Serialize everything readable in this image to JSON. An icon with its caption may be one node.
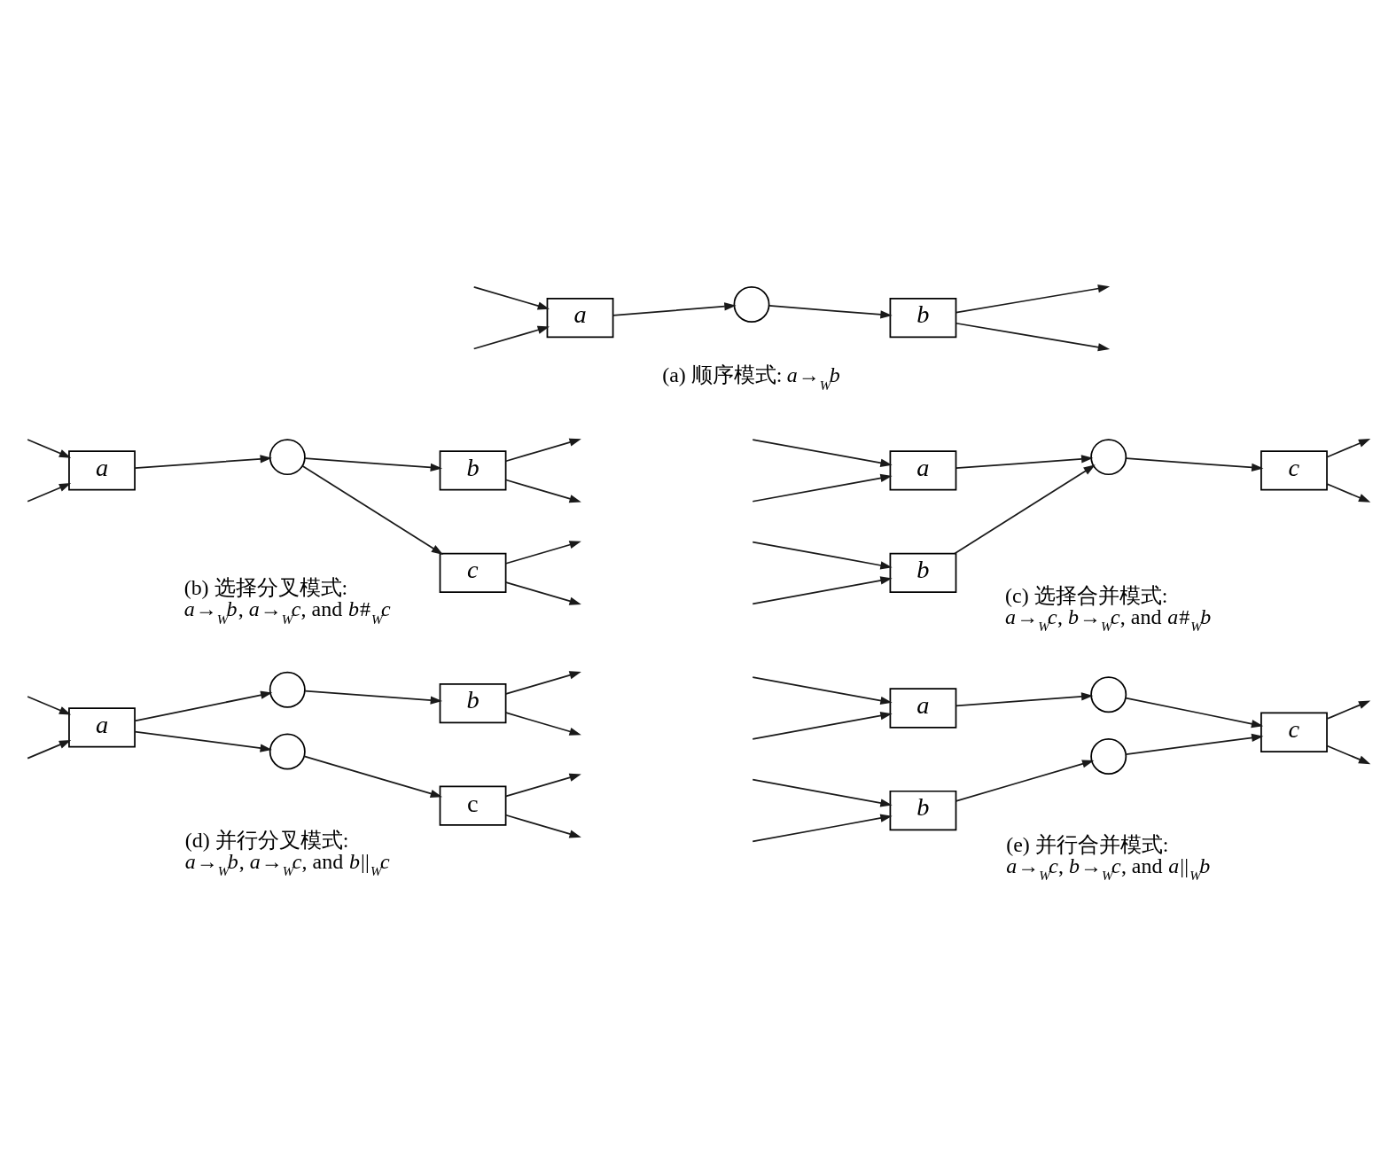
{
  "diagram": {
    "nodes": [
      {
        "text": [
          "a"
        ]
      },
      {
        "text": [],
        "shape": "circle"
      },
      {
        "text": [
          "b"
        ]
      },
      {
        "text": [
          "a"
        ]
      },
      {
        "text": [],
        "shape": "circle"
      },
      {
        "text": [
          "b"
        ]
      },
      {
        "text": [
          "c"
        ]
      },
      {
        "text": [
          "a"
        ]
      },
      {
        "text": [
          "b"
        ]
      },
      {
        "text": [],
        "shape": "circle"
      },
      {
        "text": [
          "c"
        ]
      },
      {
        "text": [
          "a"
        ]
      },
      {
        "text": [],
        "shape": "circle"
      },
      {
        "text": [],
        "shape": "circle"
      },
      {
        "text": [
          "b"
        ]
      },
      {
        "text": [
          "c"
        ]
      },
      {
        "text": [
          "a"
        ]
      },
      {
        "text": [
          "b"
        ]
      },
      {
        "text": [],
        "shape": "circle"
      },
      {
        "text": [],
        "shape": "circle"
      },
      {
        "text": [
          "c"
        ]
      }
    ],
    "edges": [
      {
        "from": null,
        "to": 0,
        "arrow": "to"
      },
      {
        "from": null,
        "to": 0,
        "arrow": "to"
      },
      {
        "from": 0,
        "to": 1,
        "arrow": "to"
      },
      {
        "from": 1,
        "to": 2,
        "arrow": "to"
      },
      {
        "from": 2,
        "to": null,
        "arrow": "to"
      },
      {
        "from": 2,
        "to": null,
        "arrow": "to"
      },
      {
        "from": null,
        "to": 3,
        "arrow": "to"
      },
      {
        "from": null,
        "to": 3,
        "arrow": "to"
      },
      {
        "from": 3,
        "to": 4,
        "arrow": "to"
      },
      {
        "from": 4,
        "to": 5,
        "arrow": "to"
      },
      {
        "from": 4,
        "to": 6,
        "arrow": "to"
      },
      {
        "from": 5,
        "to": null,
        "arrow": "to"
      },
      {
        "from": 5,
        "to": null,
        "arrow": "to"
      },
      {
        "from": 6,
        "to": null,
        "arrow": "to"
      },
      {
        "from": 6,
        "to": null,
        "arrow": "to"
      },
      {
        "from": null,
        "to": 7,
        "arrow": "to"
      },
      {
        "from": null,
        "to": 7,
        "arrow": "to"
      },
      {
        "from": null,
        "to": 8,
        "arrow": "to"
      },
      {
        "from": null,
        "to": 8,
        "arrow": "to"
      },
      {
        "from": 7,
        "to": 9,
        "arrow": "to"
      },
      {
        "from": 8,
        "to": 9,
        "arrow": "to"
      },
      {
        "from": 9,
        "to": 10,
        "arrow": "to"
      },
      {
        "from": 10,
        "to": null,
        "arrow": "to"
      },
      {
        "from": 10,
        "to": null,
        "arrow": "to"
      },
      {
        "from": null,
        "to": 11,
        "arrow": "to"
      },
      {
        "from": null,
        "to": 11,
        "arrow": "to"
      },
      {
        "from": 11,
        "to": 12,
        "arrow": "to"
      },
      {
        "from": 11,
        "to": 13,
        "arrow": "to"
      },
      {
        "from": 12,
        "to": 14,
        "arrow": "to"
      },
      {
        "from": 13,
        "to": 15,
        "arrow": "to"
      },
      {
        "from": 14,
        "to": null,
        "arrow": "to"
      },
      {
        "from": 14,
        "to": null,
        "arrow": "to"
      },
      {
        "from": 15,
        "to": null,
        "arrow": "to"
      },
      {
        "from": 15,
        "to": null,
        "arrow": "to"
      },
      {
        "from": null,
        "to": 16,
        "arrow": "to"
      },
      {
        "from": null,
        "to": 16,
        "arrow": "to"
      },
      {
        "from": null,
        "to": 17,
        "arrow": "to"
      },
      {
        "from": null,
        "to": 17,
        "arrow": "to"
      },
      {
        "from": 16,
        "to": 18,
        "arrow": "to"
      },
      {
        "from": 17,
        "to": 19,
        "arrow": "to"
      },
      {
        "from": 18,
        "to": 20,
        "arrow": "to"
      },
      {
        "from": 19,
        "to": 20,
        "arrow": "to"
      },
      {
        "from": 20,
        "to": null,
        "arrow": "to"
      },
      {
        "from": 20,
        "to": null,
        "arrow": "to"
      }
    ],
    "labels": [
      "(a) 顺序模式: *a*→$_{W}$*b*",
      "(b) 选择分叉模式: *a*→$_{W}$*b*, *a*→$_{W}$*c*, and *b*#$_{W}$*c*",
      "(c) 选择合并模式: *a*→$_{W}$*c*, *b*→$_{W}$*c*, and *a*#$_{W}$*b*",
      "(d) 并行分叉模式: *a*→$_{W}$*b*, *a*→$_{W}$*c*, and *b*||$_{W}$*c*",
      "(e) 并行合并模式: *a*→$_{W}$*c*, *b*→$_{W}$*c*, and *a*||$_{W}$*b*"
    ]
  }
}
